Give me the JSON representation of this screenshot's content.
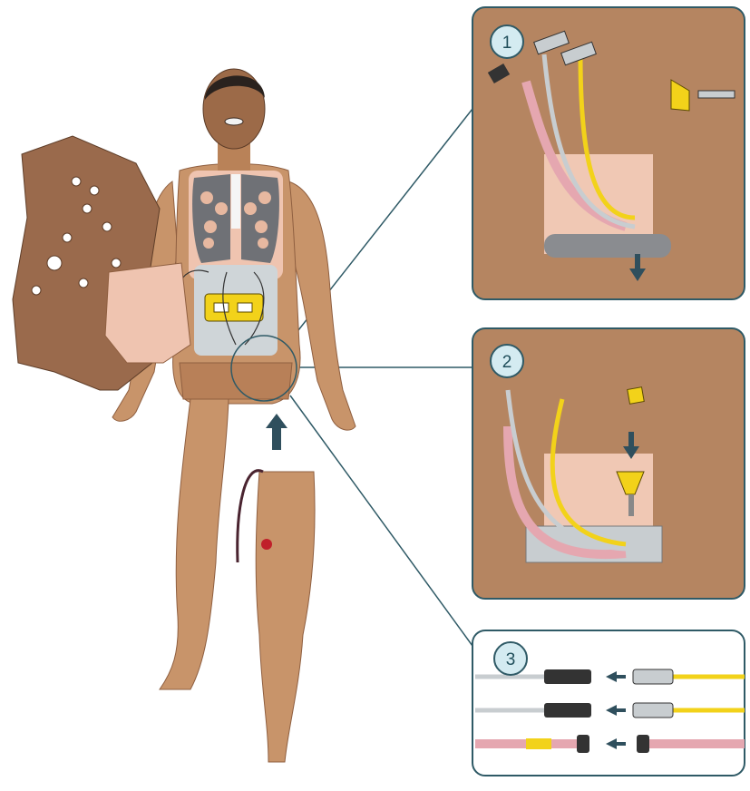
{
  "steps": [
    {
      "number": "1"
    },
    {
      "number": "2"
    },
    {
      "number": "3"
    }
  ],
  "colors": {
    "skin": "#c8946a",
    "skin_dark": "#a6714d",
    "skin_shadow": "#8f5f40",
    "panel_border": "#2f5a66",
    "step_circle_fill": "#d4ebf1",
    "cable_yellow": "#f2d21a",
    "cable_pink": "#e5a7b0",
    "cable_gray": "#c8cdd0",
    "connector_dark": "#333333",
    "lung_gray": "#6f7176",
    "arrow": "#2f4f5d"
  },
  "icons": [
    "up-arrow-icon",
    "down-arrow-icon",
    "left-arrow-icon"
  ]
}
